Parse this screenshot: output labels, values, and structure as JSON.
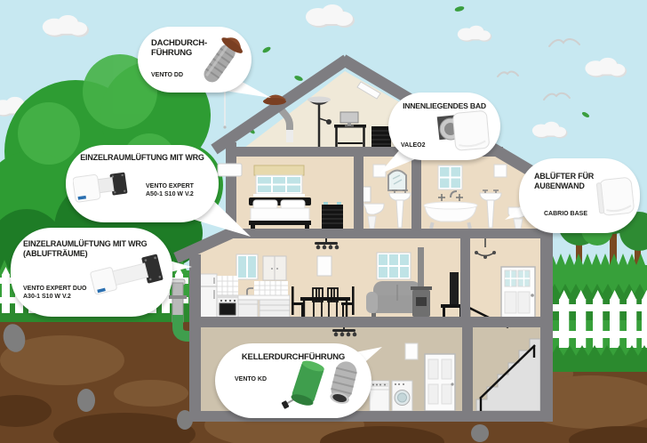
{
  "scene": {
    "type": "house-cross-section-infographic",
    "colors": {
      "sky": "#c7e8f1",
      "grass": "#37a03a",
      "grass_dark": "#2b8a2e",
      "soil": "#6a4424",
      "soil_light": "#7d5733",
      "soil_dark": "#553419",
      "house_gray": "#7e7d81",
      "interior_cream": "#ecdcc4",
      "attic_cream": "#f0e9d8",
      "basement_taupe": "#cdc2ad",
      "window_glass": "#bfe3e6",
      "product_green": "#3f9e4d",
      "roof_cap_brown": "#8a4a2a",
      "text": "#1d1d1b"
    }
  },
  "bubbles": [
    {
      "name": "dachdurchfuehrung",
      "title1": "DACHDURCH-",
      "title2": "FÜHRUNG",
      "product1": "VENTO DD",
      "image": "roof-duct-product"
    },
    {
      "name": "innenliegendes-bad",
      "title1": "INNENLIEGENDES BAD",
      "product1": "VALEO2",
      "image": "bath-fan-product"
    },
    {
      "name": "einzelraumlueftung-mit-wrg",
      "title1": "EINZELRAUMLÜFTUNG MIT WRG",
      "product1": "VENTO EXPERT",
      "product2": "A50-1 S10 W V.2",
      "image": "wall-vent-unit-product"
    },
    {
      "name": "abluefter-fuer-aussenwand",
      "title1": "ABLÜFTER FÜR",
      "title2": "AUßENWAND",
      "product1": "CABRIO BASE",
      "image": "exterior-wall-fan-product"
    },
    {
      "name": "einzelraumlueftung-mit-wrg-abluftraeume",
      "title1": "EINZELRAUMLÜFTUNG MIT WRG",
      "title2": "(ABLUFTRÄUME)",
      "product1": "VENTO EXPERT DUO",
      "product2": "A30-1 S10 W V.2",
      "image": "duo-wall-vent-unit-product"
    },
    {
      "name": "kellerdurchfuehrung",
      "title1": "KELLERDURCHFÜHRUNG",
      "product1": "VENTO KD",
      "image": "basement-duct-product"
    }
  ]
}
